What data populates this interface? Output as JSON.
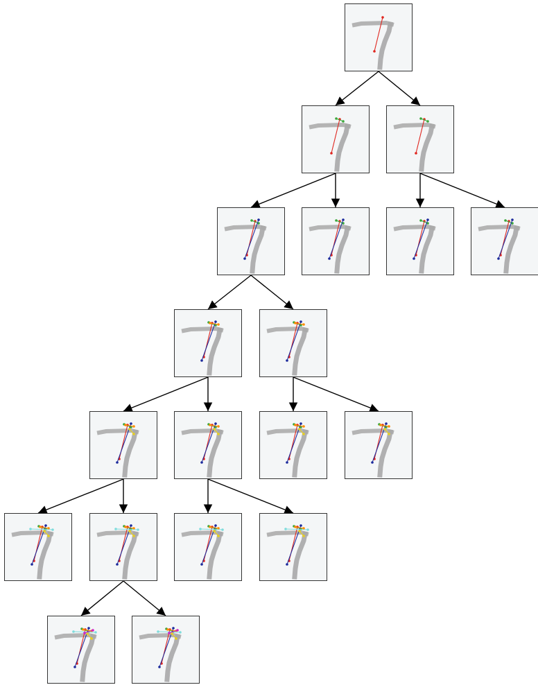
{
  "diagram": {
    "kind": "search-tree",
    "node_glyph": "7",
    "colors": {
      "background": "#ffffff",
      "node_fill": "#f4f6f7",
      "node_border": "#333333",
      "edge": "#000000",
      "digit": "#a8a8a8",
      "strokes": [
        "#e0261f",
        "#3aa83a",
        "#1c2a9c",
        "#ff8c00",
        "#e8d020",
        "#7fdcdc",
        "#cc22cc"
      ]
    },
    "nodes": [
      {
        "id": "n0",
        "depth": 0,
        "strokes": 1
      },
      {
        "id": "n1",
        "depth": 1,
        "strokes": 2
      },
      {
        "id": "n2",
        "depth": 1,
        "strokes": 2
      },
      {
        "id": "n3",
        "depth": 2,
        "strokes": 3
      },
      {
        "id": "n4",
        "depth": 2,
        "strokes": 3
      },
      {
        "id": "n5",
        "depth": 2,
        "strokes": 3
      },
      {
        "id": "n6",
        "depth": 2,
        "strokes": 3
      },
      {
        "id": "n7",
        "depth": 3,
        "strokes": 4
      },
      {
        "id": "n8",
        "depth": 3,
        "strokes": 4
      },
      {
        "id": "n9",
        "depth": 4,
        "strokes": 5
      },
      {
        "id": "n10",
        "depth": 4,
        "strokes": 5
      },
      {
        "id": "n11",
        "depth": 4,
        "strokes": 5
      },
      {
        "id": "n12",
        "depth": 4,
        "strokes": 5
      },
      {
        "id": "n13",
        "depth": 5,
        "strokes": 6
      },
      {
        "id": "n14",
        "depth": 5,
        "strokes": 6
      },
      {
        "id": "n15",
        "depth": 5,
        "strokes": 6
      },
      {
        "id": "n16",
        "depth": 5,
        "strokes": 6
      },
      {
        "id": "n17",
        "depth": 6,
        "strokes": 7
      },
      {
        "id": "n18",
        "depth": 6,
        "strokes": 7
      }
    ],
    "edges": [
      [
        "n0",
        "n1"
      ],
      [
        "n0",
        "n2"
      ],
      [
        "n1",
        "n3"
      ],
      [
        "n1",
        "n4"
      ],
      [
        "n2",
        "n5"
      ],
      [
        "n2",
        "n6"
      ],
      [
        "n3",
        "n7"
      ],
      [
        "n3",
        "n8"
      ],
      [
        "n7",
        "n9"
      ],
      [
        "n7",
        "n10"
      ],
      [
        "n8",
        "n11"
      ],
      [
        "n8",
        "n12"
      ],
      [
        "n9",
        "n13"
      ],
      [
        "n9",
        "n14"
      ],
      [
        "n10",
        "n15"
      ],
      [
        "n10",
        "n16"
      ],
      [
        "n14",
        "n17"
      ],
      [
        "n14",
        "n18"
      ]
    ]
  }
}
